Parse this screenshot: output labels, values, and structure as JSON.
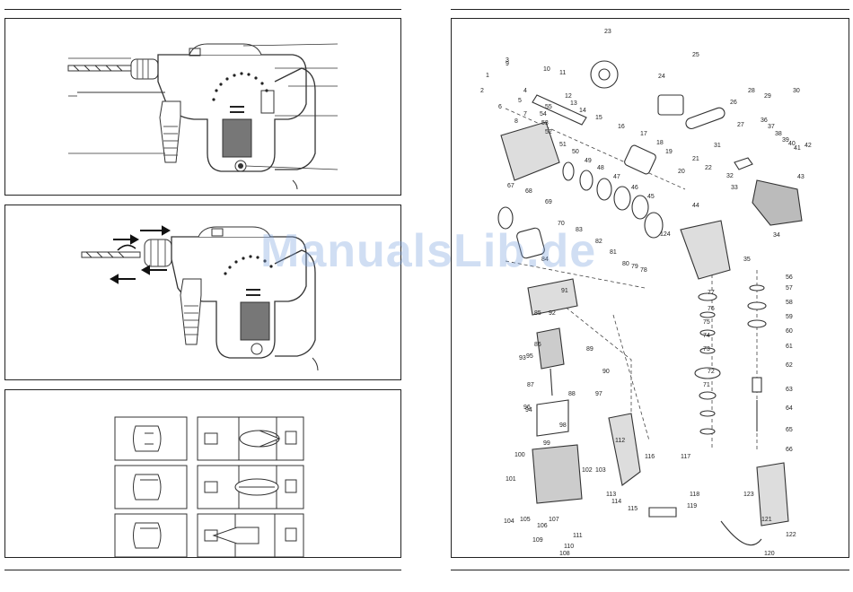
{
  "watermark": "ManualsLib.de",
  "exploded_view": {
    "part_numbers": [
      "1",
      "2",
      "3",
      "4",
      "5",
      "6",
      "7",
      "8",
      "9",
      "10",
      "11",
      "12",
      "13",
      "14",
      "15",
      "16",
      "17",
      "18",
      "19",
      "20",
      "21",
      "22",
      "23",
      "24",
      "25",
      "26",
      "27",
      "28",
      "29",
      "30",
      "31",
      "32",
      "33",
      "34",
      "35",
      "36",
      "37",
      "38",
      "39",
      "40",
      "41",
      "42",
      "43",
      "44",
      "45",
      "46",
      "47",
      "48",
      "49",
      "50",
      "51",
      "52",
      "53",
      "54",
      "55",
      "56",
      "57",
      "58",
      "59",
      "60",
      "61",
      "62",
      "63",
      "64",
      "65",
      "66",
      "67",
      "68",
      "69",
      "70",
      "71",
      "72",
      "73",
      "74",
      "75",
      "76",
      "77",
      "78",
      "79",
      "80",
      "81",
      "82",
      "83",
      "84",
      "85",
      "86",
      "87",
      "88",
      "89",
      "90",
      "91",
      "92",
      "93",
      "94",
      "95",
      "96",
      "97",
      "98",
      "99",
      "100",
      "101",
      "102",
      "103",
      "104",
      "105",
      "106",
      "107",
      "108",
      "109",
      "110",
      "111",
      "112",
      "113",
      "114",
      "115",
      "116",
      "117",
      "118",
      "119",
      "120",
      "121",
      "122",
      "123",
      "124"
    ]
  },
  "mode_selector": {
    "rows": [
      {
        "mode_icon": "drill-bit-icon",
        "position": "right"
      },
      {
        "mode_icon": "hammer-drill-icon",
        "position": "center"
      },
      {
        "mode_icon": "chisel-icon",
        "position": "left"
      }
    ]
  }
}
